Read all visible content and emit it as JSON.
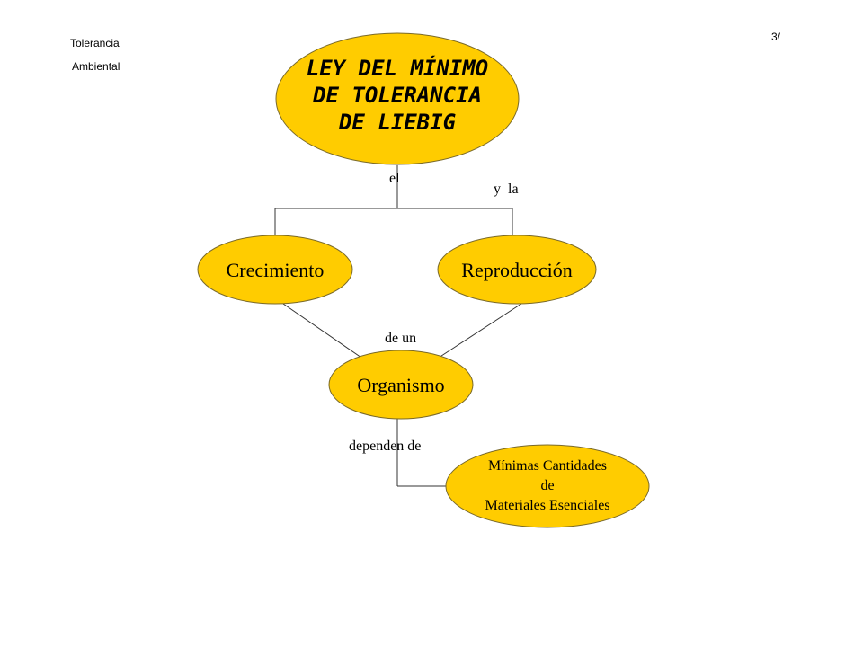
{
  "header": {
    "left_line1": "Tolerancia",
    "left_line2": "Ambiental",
    "page_number": "3/"
  },
  "nodes": {
    "top": {
      "lines": [
        "LEY DEL MÍNIMO",
        "DE TOLERANCIA",
        "DE LIEBIG"
      ]
    },
    "crecimiento": {
      "label": "Crecimiento"
    },
    "reproduccion": {
      "label": "Reproducción"
    },
    "organismo": {
      "label": "Organismo"
    },
    "materiales": {
      "lines": [
        "Mínimas Cantidades",
        "de",
        "Materiales Esenciales"
      ]
    }
  },
  "links": {
    "el": "el",
    "y_la": "y  la",
    "de_un": "de un",
    "dependen_de": "dependen de"
  },
  "colors": {
    "node_fill": "#ffcc00",
    "line": "#333333"
  }
}
